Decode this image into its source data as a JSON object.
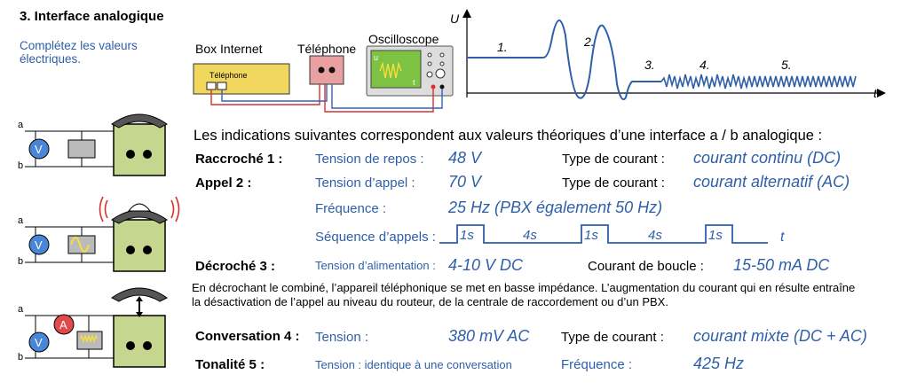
{
  "section": {
    "title": "3. Interface analogique",
    "subtitle": "Complétez les valeurs électriques."
  },
  "setup": {
    "box_label": "Box Internet",
    "box_port_label": "Téléphone",
    "phone_label": "Téléphone",
    "scope_label": "Oscilloscope",
    "scope_u": "u",
    "scope_t": "t"
  },
  "graph": {
    "y_axis": "U",
    "x_axis": "t",
    "phase_labels": [
      "1.",
      "2.",
      "3.",
      "4.",
      "5."
    ]
  },
  "circuit_labels": {
    "a": "a",
    "b": "b",
    "v": "V",
    "amp": "A"
  },
  "intro": "Les indications suivantes correspondent aux valeurs théoriques d’une interface a / b analogique :",
  "raccroche": {
    "state": "Raccroché 1 :",
    "voltage_label": "Tension de repos :",
    "voltage_value": "48 V",
    "current_label": "Type de courant :",
    "current_value": "courant continu (DC)"
  },
  "appel": {
    "state": "Appel 2 :",
    "voltage_label": "Tension d’appel :",
    "voltage_value": "70 V",
    "current_label": "Type de courant :",
    "current_value": "courant alternatif (AC)",
    "freq_label": "Fréquence :",
    "freq_value": "25 Hz (PBX également 50 Hz)",
    "sequence_label": "Séquence d’appels :",
    "seq_on_1": "1s",
    "seq_off_1": "4s",
    "seq_on_2": "1s",
    "seq_off_2": "4s",
    "seq_on_3": "1s",
    "seq_t": "t"
  },
  "decroche": {
    "state": "Décroché 3 :",
    "voltage_label": "Tension d’alimentation :",
    "voltage_value": "4-10 V DC",
    "loop_label": "Courant de boucle :",
    "loop_value": "15-50 mA DC",
    "paragraph": "En décrochant le combiné, l’appareil téléphonique se met en basse impédance. L’augmentation du courant qui en résulte entraîne la désactivation de l’appel au niveau du routeur, de la centrale de raccordement ou d’un PBX."
  },
  "conversation": {
    "state": "Conversation 4 :",
    "voltage_label": "Tension :",
    "voltage_value": "380 mV AC",
    "current_label": "Type de courant :",
    "current_value": "courant mixte (DC + AC)"
  },
  "tonalite": {
    "state": "Tonalité 5 :",
    "voltage_label": "Tension : identique à une conversation",
    "freq_label": "Fréquence :",
    "freq_value": "425 Hz"
  },
  "colors": {
    "blue": "#2e5fa8",
    "phone_green": "#c5d68f",
    "box_yellow": "#f2d75e",
    "jack_pink": "#e8a0a0",
    "amp_red": "#e04a4a",
    "volt_blue": "#4a86d8",
    "wire_red": "#d83030",
    "wire_blue": "#3060c0"
  }
}
